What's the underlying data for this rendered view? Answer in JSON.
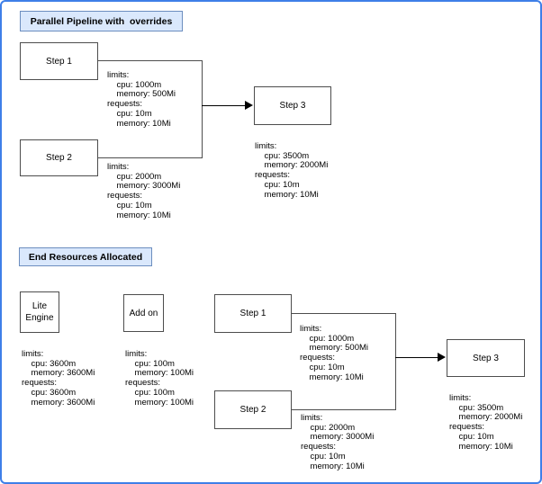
{
  "titles": {
    "pipeline": "Parallel Pipeline with  overrides",
    "end_resources": "End Resources Allocated"
  },
  "nodes": {
    "top_step1": "Step 1",
    "top_step2": "Step 2",
    "top_step3": "Step 3",
    "lite_engine": [
      "Lite",
      "Engine"
    ],
    "addon": "Add on",
    "bottom_step1": "Step 1",
    "bottom_step2": "Step 2",
    "bottom_step3": "Step 3"
  },
  "resources": {
    "top_step1": [
      "limits:",
      "    cpu: 1000m",
      "    memory: 500Mi",
      "requests:",
      "    cpu: 10m",
      "    memory: 10Mi"
    ],
    "top_step2": [
      "limits:",
      "    cpu: 2000m",
      "    memory: 3000Mi",
      "requests:",
      "    cpu: 10m",
      "    memory: 10Mi"
    ],
    "top_step3": [
      "limits:",
      "    cpu: 3500m",
      "    memory: 2000Mi",
      "requests:",
      "    cpu: 10m",
      "    memory: 10Mi"
    ],
    "lite_engine": [
      "limits:",
      "    cpu: 3600m",
      "    memory: 3600Mi",
      "requests:",
      "    cpu: 3600m",
      "    memory: 3600Mi"
    ],
    "addon": [
      "limits:",
      "    cpu: 100m",
      "    memory: 100Mi",
      "requests:",
      "    cpu: 100m",
      "    memory: 100Mi"
    ],
    "bottom_step1": [
      "limits:",
      "    cpu: 1000m",
      "    memory: 500Mi",
      "requests:",
      "    cpu: 10m",
      "    memory: 10Mi"
    ],
    "bottom_step2": [
      "limits:",
      "    cpu: 2000m",
      "    memory: 3000Mi",
      "requests:",
      "    cpu: 10m",
      "    memory: 10Mi"
    ],
    "bottom_step3": [
      "limits:",
      "    cpu: 3500m",
      "    memory: 2000Mi",
      "requests:",
      "    cpu: 10m",
      "    memory: 10Mi"
    ]
  },
  "colors": {
    "frame_blue": "#3e7fe8",
    "title_fill": "#dae8fc",
    "title_border": "#6c8ebf",
    "node_border": "#4d4d4d",
    "connector_gray": "#4d4d4d",
    "arrow_black": "#000000",
    "background": "#ffffff",
    "text": "#000000"
  }
}
